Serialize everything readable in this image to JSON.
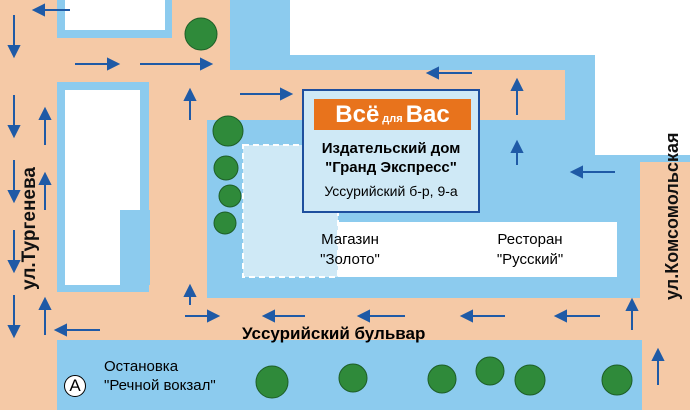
{
  "logo": {
    "part1": "Всё",
    "part2": "для",
    "part3": "Вас"
  },
  "publisher": {
    "line1": "Издательский дом",
    "line2": "\"Гранд Экспресс\"",
    "address": "Уссурийский б-р, 9-а"
  },
  "shops": [
    {
      "line1": "Магазин",
      "line2": "\"Золото\""
    },
    {
      "line1": "Ресторан",
      "line2": "\"Русский\""
    }
  ],
  "streets": {
    "left": "ул.Тургенева",
    "right": "ул.Комсомольская",
    "bottom": "Уссурийский бульвар"
  },
  "stop": {
    "marker": "A",
    "line1": "Остановка",
    "line2": "\"Речной вокзал\""
  },
  "colors": {
    "road": "#f5c9a6",
    "block": "#8ccbee",
    "building": "#ffffff",
    "arrow": "#1f5aa6",
    "border": "#1e4f9e",
    "logo": "#e8731c",
    "tree": "#2f8a3a"
  }
}
